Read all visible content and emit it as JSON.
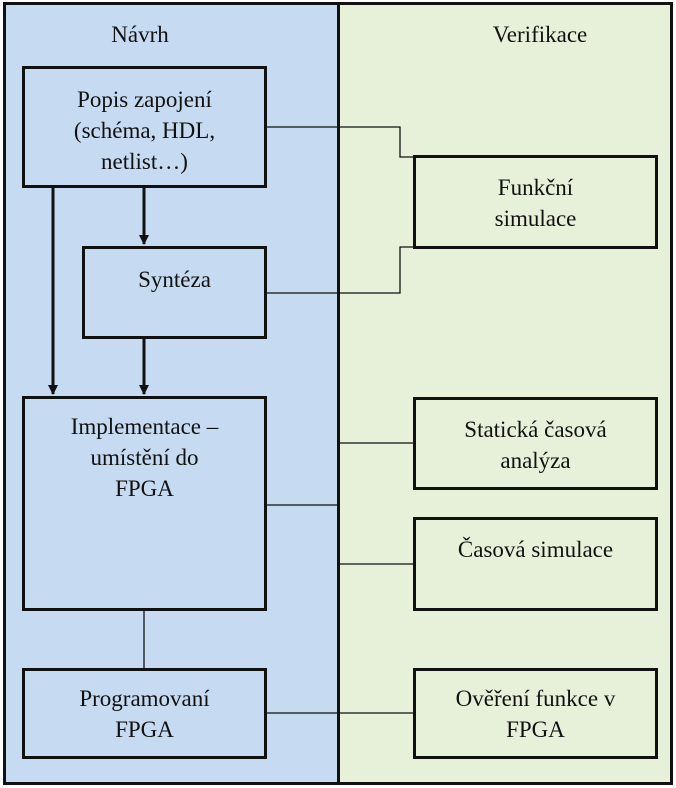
{
  "columns": {
    "design": {
      "title": "Návrh"
    },
    "verification": {
      "title": "Verifikace"
    }
  },
  "design_boxes": {
    "description": "Popis zapojení\n(schéma, HDL,\nnetlist…)",
    "synthesis": "Syntéza",
    "implementation": "Implementace –\numístění do\nFPGA",
    "programming": "Programovaní\nFPGA"
  },
  "verification_boxes": {
    "functional_sim": "Funkční\nsimulace",
    "static_timing": "Statická časová\nanalýza",
    "timing_sim": "Časová simulace",
    "fpga_check": "Ověření funkce v\nFPGA"
  },
  "colors": {
    "design_fill": "#c6daf1",
    "verification_fill": "#e7f1d9",
    "stroke": "#111111"
  }
}
